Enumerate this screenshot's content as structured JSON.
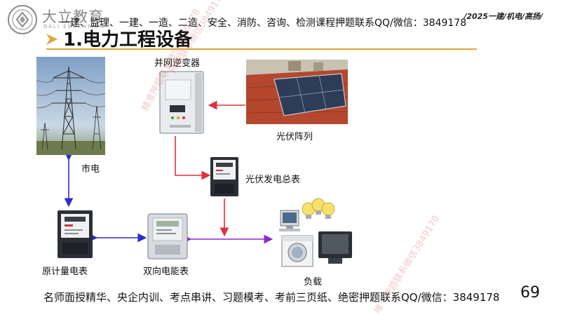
{
  "brand": {
    "name": "大立教育",
    "sub": "DALI EDUCATION"
  },
  "header": {
    "banner": "一建、监理、一建、一造、二造、安全、消防、咨询、检测课程押题联系QQ/微信：3849178",
    "course_tag": "/2025一建/机电/高扬/",
    "title": "1.电力工程设备"
  },
  "diagram": {
    "inverter": "并网逆变器",
    "pv_array": "光伏阵列",
    "grid": "市电",
    "pv_meter": "光伏发电总表",
    "original_meter": "原计量电表",
    "bidirectional_meter": "双向电能表",
    "load": "负载"
  },
  "footer": {
    "banner": "名师面授精华、央企内训、考点串讲、习题模考、考前三页纸、绝密押题联系QQ/微信：3849178",
    "page_number": "69"
  },
  "watermarks": {
    "w1": "精准押题联系微信3849178",
    "w2": "押题联系微信3849178",
    "w3": "唯一押题联系微信3849178"
  },
  "colors": {
    "title_rule": "#e2a73a",
    "arrow_blue": "#2b2bd6",
    "arrow_red": "#e0303a",
    "arrow_purple": "#8b2ad0"
  }
}
